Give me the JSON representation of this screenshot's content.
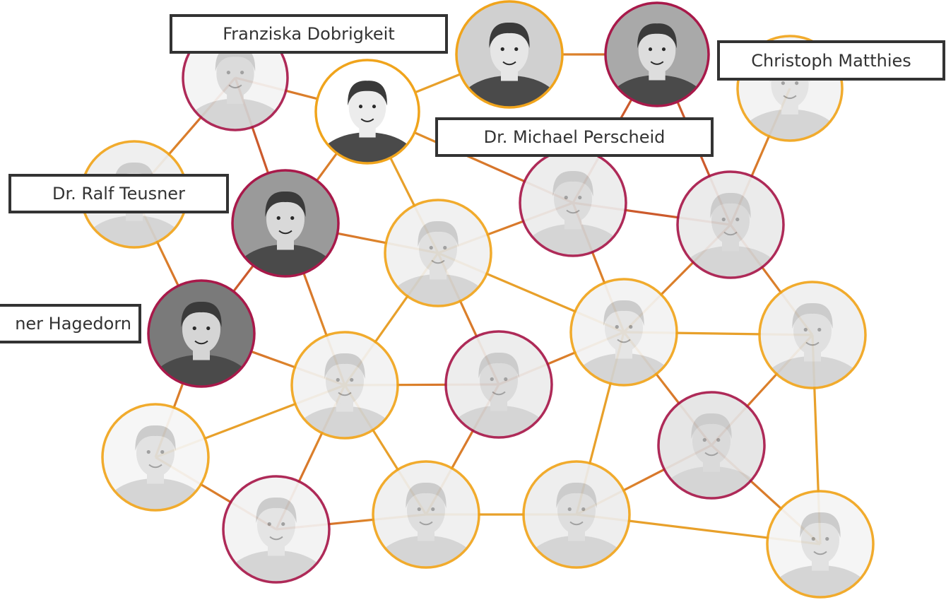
{
  "diagram": {
    "colors": {
      "crimson": "#a8194a",
      "gold": "#f0a41c",
      "edge": "#e8a02a",
      "edge_warm": "#cc5a2c"
    },
    "nodes": [
      {
        "id": "n-top-left",
        "ring": "crimson",
        "highlight": false,
        "skin": "#d8d8d8",
        "bg": "#f4f4f4"
      },
      {
        "id": "n-dobrigkeit",
        "ring": "gold",
        "highlight": true,
        "skin": "#ececec",
        "bg": "#ffffff"
      },
      {
        "id": "n-glasses-woman",
        "ring": "gold",
        "highlight": true,
        "skin": "#e6e6e6",
        "bg": "#d0d0d0"
      },
      {
        "id": "n-matthies",
        "ring": "crimson",
        "highlight": true,
        "skin": "#dddddd",
        "bg": "#a9a9a9"
      },
      {
        "id": "n-top-right-woman",
        "ring": "gold",
        "highlight": false,
        "skin": "#e2e2e2",
        "bg": "#f2f2f2"
      },
      {
        "id": "n-left-mid",
        "ring": "gold",
        "highlight": false,
        "skin": "#dcdcdc",
        "bg": "#eeeeee"
      },
      {
        "id": "n-teusner",
        "ring": "crimson",
        "highlight": true,
        "skin": "#d9d9d9",
        "bg": "#9a9a9a"
      },
      {
        "id": "n-center",
        "ring": "gold",
        "highlight": false,
        "skin": "#dedede",
        "bg": "#f0f0f0"
      },
      {
        "id": "n-perscheid",
        "ring": "crimson",
        "highlight": false,
        "skin": "#dadada",
        "bg": "#ececec"
      },
      {
        "id": "n-right-beard",
        "ring": "crimson",
        "highlight": false,
        "skin": "#d6d6d6",
        "bg": "#eaeaea"
      },
      {
        "id": "n-hagedorn",
        "ring": "crimson",
        "highlight": true,
        "skin": "#d5d5d5",
        "bg": "#7a7a7a"
      },
      {
        "id": "n-woman-center-right",
        "ring": "gold",
        "highlight": false,
        "skin": "#e3e3e3",
        "bg": "#f3f3f3"
      },
      {
        "id": "n-elder-right",
        "ring": "gold",
        "highlight": false,
        "skin": "#dedede",
        "bg": "#efefef"
      },
      {
        "id": "n-mid-glasses",
        "ring": "gold",
        "highlight": false,
        "skin": "#dfdfdf",
        "bg": "#f2f2f2"
      },
      {
        "id": "n-mid-beard",
        "ring": "crimson",
        "highlight": false,
        "skin": "#d8d8d8",
        "bg": "#ececec"
      },
      {
        "id": "n-right-lower",
        "ring": "crimson",
        "highlight": false,
        "skin": "#d7d7d7",
        "bg": "#e4e4e4"
      },
      {
        "id": "n-bottom-left-curly",
        "ring": "gold",
        "highlight": false,
        "skin": "#e0e0e0",
        "bg": "#f6f6f6"
      },
      {
        "id": "n-bottom-left2",
        "ring": "crimson",
        "highlight": false,
        "skin": "#e2e2e2",
        "bg": "#f3f3f3"
      },
      {
        "id": "n-bottom-mid",
        "ring": "gold",
        "highlight": false,
        "skin": "#dcdcdc",
        "bg": "#efefef"
      },
      {
        "id": "n-bottom-glasses",
        "ring": "gold",
        "highlight": false,
        "skin": "#dcdcdc",
        "bg": "#ededed"
      },
      {
        "id": "n-bottom-right",
        "ring": "gold",
        "highlight": false,
        "skin": "#e0e0e0",
        "bg": "#f5f5f5"
      }
    ],
    "edges": [
      [
        "n-top-left",
        "n-dobrigkeit"
      ],
      [
        "n-top-left",
        "n-left-mid"
      ],
      [
        "n-top-left",
        "n-teusner"
      ],
      [
        "n-dobrigkeit",
        "n-glasses-woman"
      ],
      [
        "n-dobrigkeit",
        "n-teusner"
      ],
      [
        "n-dobrigkeit",
        "n-center"
      ],
      [
        "n-dobrigkeit",
        "n-perscheid"
      ],
      [
        "n-glasses-woman",
        "n-matthies"
      ],
      [
        "n-matthies",
        "n-right-beard"
      ],
      [
        "n-matthies",
        "n-perscheid"
      ],
      [
        "n-top-right-woman",
        "n-right-beard"
      ],
      [
        "n-left-mid",
        "n-hagedorn"
      ],
      [
        "n-teusner",
        "n-hagedorn"
      ],
      [
        "n-teusner",
        "n-center"
      ],
      [
        "n-teusner",
        "n-mid-glasses"
      ],
      [
        "n-center",
        "n-perscheid"
      ],
      [
        "n-center",
        "n-woman-center-right"
      ],
      [
        "n-center",
        "n-mid-glasses"
      ],
      [
        "n-center",
        "n-mid-beard"
      ],
      [
        "n-perscheid",
        "n-right-beard"
      ],
      [
        "n-perscheid",
        "n-woman-center-right"
      ],
      [
        "n-right-beard",
        "n-woman-center-right"
      ],
      [
        "n-right-beard",
        "n-elder-right"
      ],
      [
        "n-hagedorn",
        "n-mid-glasses"
      ],
      [
        "n-hagedorn",
        "n-bottom-left-curly"
      ],
      [
        "n-woman-center-right",
        "n-elder-right"
      ],
      [
        "n-woman-center-right",
        "n-mid-beard"
      ],
      [
        "n-woman-center-right",
        "n-right-lower"
      ],
      [
        "n-woman-center-right",
        "n-bottom-glasses"
      ],
      [
        "n-elder-right",
        "n-right-lower"
      ],
      [
        "n-elder-right",
        "n-bottom-right"
      ],
      [
        "n-mid-glasses",
        "n-mid-beard"
      ],
      [
        "n-mid-glasses",
        "n-bottom-left-curly"
      ],
      [
        "n-mid-glasses",
        "n-bottom-left2"
      ],
      [
        "n-mid-glasses",
        "n-bottom-mid"
      ],
      [
        "n-mid-beard",
        "n-bottom-mid"
      ],
      [
        "n-right-lower",
        "n-bottom-glasses"
      ],
      [
        "n-right-lower",
        "n-bottom-right"
      ],
      [
        "n-bottom-left-curly",
        "n-bottom-left2"
      ],
      [
        "n-bottom-left2",
        "n-bottom-mid"
      ],
      [
        "n-bottom-mid",
        "n-bottom-glasses"
      ],
      [
        "n-bottom-glasses",
        "n-bottom-right"
      ]
    ],
    "labels": {
      "dobrigkeit": "Franziska Dobrigkeit",
      "matthies": "Christoph Matthies",
      "perscheid": "Dr. Michael Perscheid",
      "teusner": "Dr. Ralf Teusner",
      "hagedorn": "ner Hagedorn"
    }
  }
}
